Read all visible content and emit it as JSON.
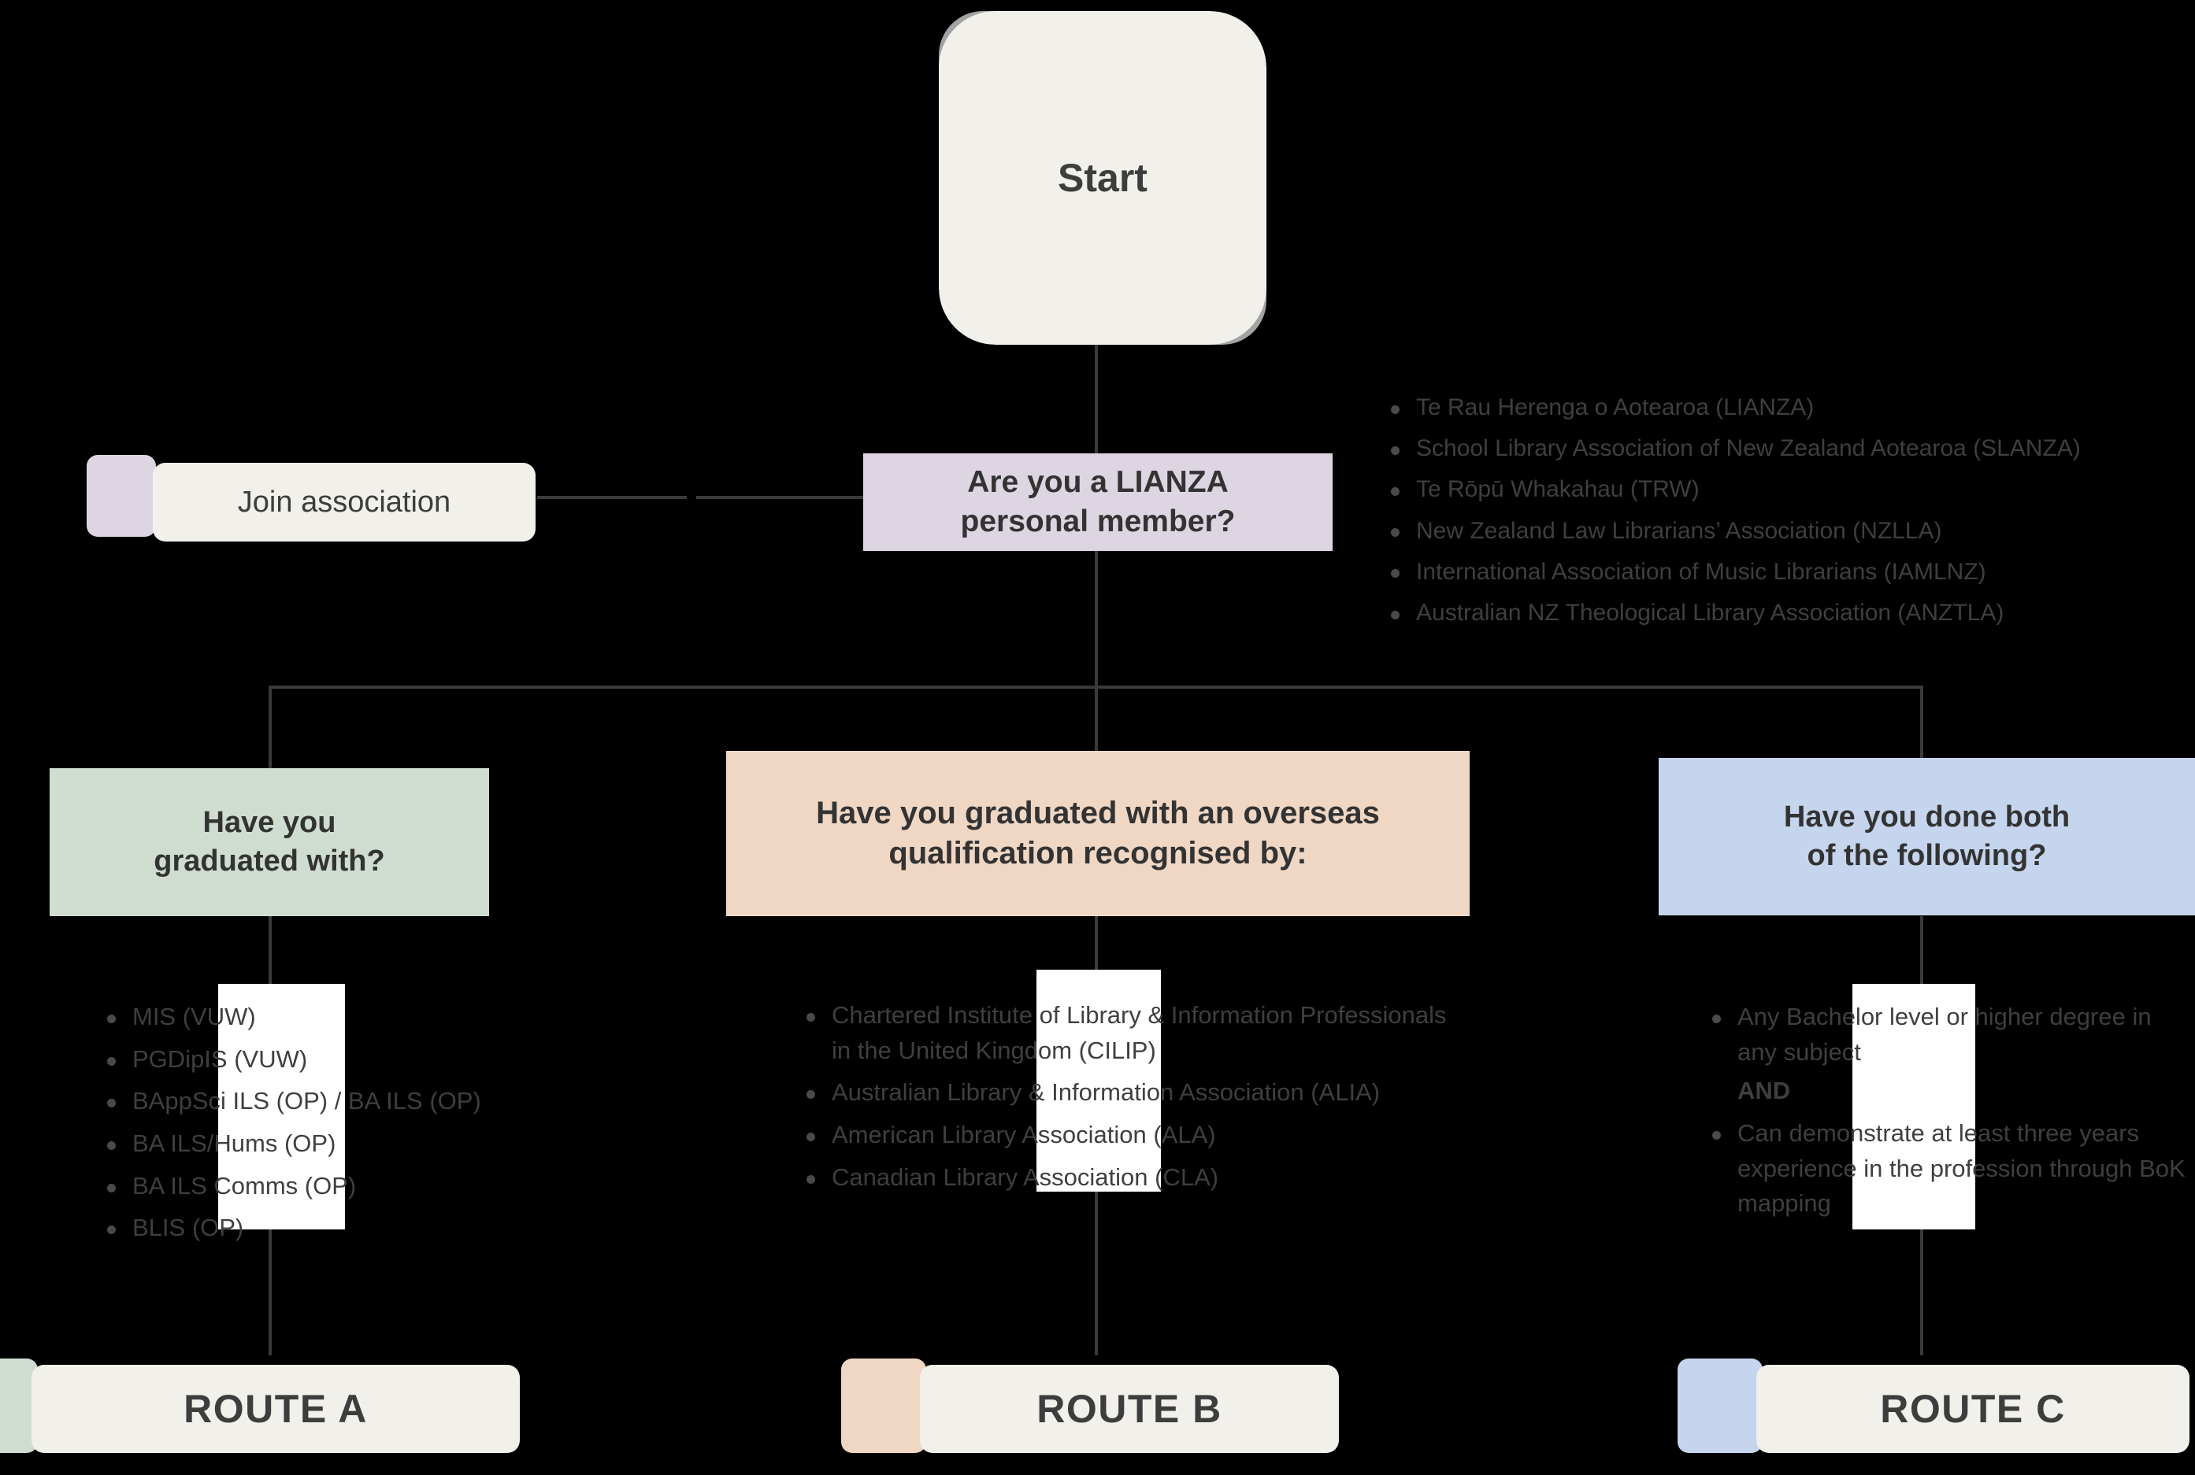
{
  "colors": {
    "background": "#000000",
    "cream": "#f2f0eb",
    "gray_corner": "#a3a3a3",
    "lavender": "#ded5e2",
    "green": "#cfdcd0",
    "peach": "#f0d7c4",
    "blue": "#c6d5ee",
    "line": "#3a3a3a",
    "text_dark": "#333333",
    "text_body": "#3f3f3f",
    "mask_white": "#ffffff"
  },
  "start": {
    "label": "Start"
  },
  "decision": {
    "label": "Are you a LIANZA\npersonal member?",
    "line1": "Are you a LIANZA",
    "line2": "personal member?"
  },
  "join": {
    "label": "Join association"
  },
  "associations": {
    "items": [
      "Te Rau Herenga o Aotearoa (LIANZA)",
      "School Library Association of New Zealand Aotearoa (SLANZA)",
      "Te Rōpū Whakahau (TRW)",
      "New Zealand Law Librarians’ Association (NZLLA)",
      "International Association of Music Librarians (IAMLNZ)",
      "Australian NZ Theological Library Association (ANZTLA)"
    ]
  },
  "branches": [
    {
      "id": "a",
      "question_line1": "Have you",
      "question_line2": "graduated with?",
      "items": [
        {
          "text": "MIS (VUW)",
          "bullet": true
        },
        {
          "text": "PGDipIS (VUW)",
          "bullet": true
        },
        {
          "text": "BAppSci ILS (OP) / BA ILS (OP)",
          "bullet": true
        },
        {
          "text": "BA ILS/Hums (OP)",
          "bullet": true
        },
        {
          "text": "BA ILS Comms (OP)",
          "bullet": true
        },
        {
          "text": "BLIS (OP)",
          "bullet": true
        }
      ],
      "route_label": "ROUTE A"
    },
    {
      "id": "b",
      "question_line1": "Have you graduated with an overseas",
      "question_line2": "qualification recognised by:",
      "items": [
        {
          "text": "Chartered Institute of Library & Information Professionals in the United Kingdom (CILIP)",
          "bullet": true
        },
        {
          "text": "Australian Library & Information Association (ALIA)",
          "bullet": true
        },
        {
          "text": "American Library Association (ALA)",
          "bullet": true
        },
        {
          "text": "Canadian Library Association (CLA)",
          "bullet": true
        }
      ],
      "route_label": "ROUTE B"
    },
    {
      "id": "c",
      "question_line1": "Have you done both",
      "question_line2": "of the following?",
      "items": [
        {
          "text": "Any Bachelor level or higher degree in any subject",
          "bullet": true
        },
        {
          "text": "AND",
          "bullet": false
        },
        {
          "text": "Can demonstrate at least three years experience in the profession through BoK mapping",
          "bullet": true
        }
      ],
      "route_label": "ROUTE C"
    }
  ]
}
